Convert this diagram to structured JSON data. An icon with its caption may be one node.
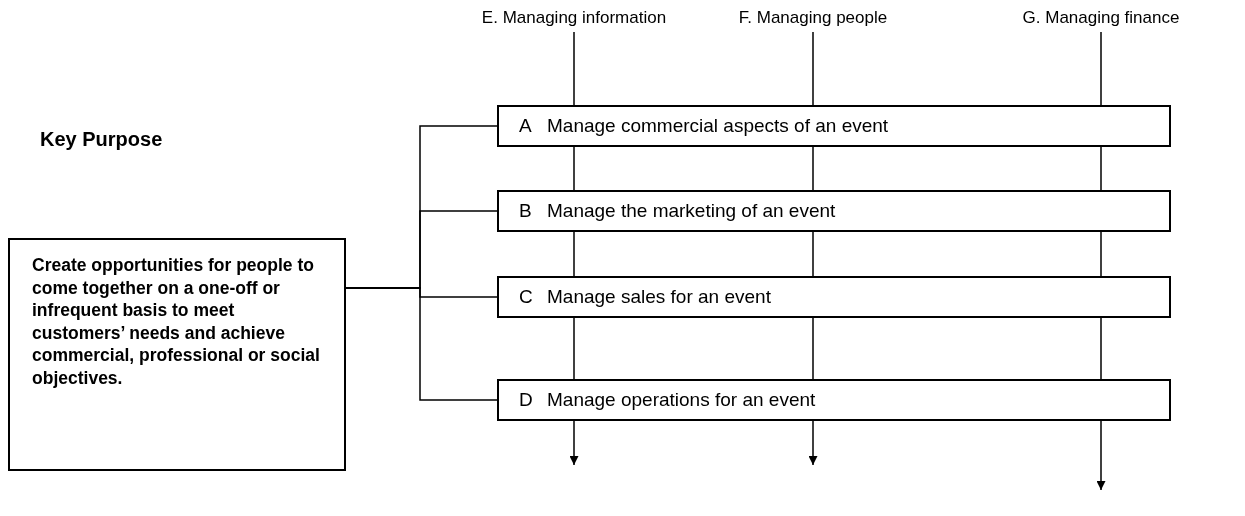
{
  "diagram": {
    "nodes": [
      {
        "text": [
          "Create opportunities for people to come together on a one-off or infrequent basis to meet customers’ needs and achieve commercial, professional or social objectives."
        ]
      },
      {
        "text": [
          "E. Managing information"
        ]
      },
      {
        "text": [
          "F. Managing people"
        ]
      },
      {
        "text": [
          "G. Managing finance"
        ]
      },
      {
        "text": [
          "A",
          "Manage commercial aspects of an event"
        ]
      },
      {
        "text": [
          "B",
          "Manage the marketing of an event"
        ]
      },
      {
        "text": [
          "C",
          "Manage sales for an event"
        ]
      },
      {
        "text": [
          "D",
          "Manage operations for an event"
        ]
      }
    ],
    "edges": [
      {
        "from": 0,
        "to": 4,
        "arrow": "none"
      },
      {
        "from": 0,
        "to": 5,
        "arrow": "none"
      },
      {
        "from": 0,
        "to": 6,
        "arrow": "none"
      },
      {
        "from": 0,
        "to": 7,
        "arrow": "none"
      },
      {
        "from": 1,
        "to": 4,
        "arrow": "none"
      },
      {
        "from": 2,
        "to": 4,
        "arrow": "none"
      },
      {
        "from": 3,
        "to": 4,
        "arrow": "none"
      },
      {
        "from": 4,
        "to": 5,
        "arrow": "none"
      },
      {
        "from": 4,
        "to": 5,
        "arrow": "none"
      },
      {
        "from": 4,
        "to": 5,
        "arrow": "none"
      },
      {
        "from": 5,
        "to": 6,
        "arrow": "none"
      },
      {
        "from": 5,
        "to": 6,
        "arrow": "none"
      },
      {
        "from": 5,
        "to": 6,
        "arrow": "none"
      },
      {
        "from": 6,
        "to": 7,
        "arrow": "none"
      },
      {
        "from": 6,
        "to": 7,
        "arrow": "none"
      },
      {
        "from": 6,
        "to": 7,
        "arrow": "none"
      },
      {
        "from": 7,
        "to": null,
        "arrow": "to"
      },
      {
        "from": 7,
        "to": null,
        "arrow": "to"
      },
      {
        "from": 7,
        "to": null,
        "arrow": "to"
      }
    ],
    "labels": [
      "Key Purpose"
    ]
  }
}
